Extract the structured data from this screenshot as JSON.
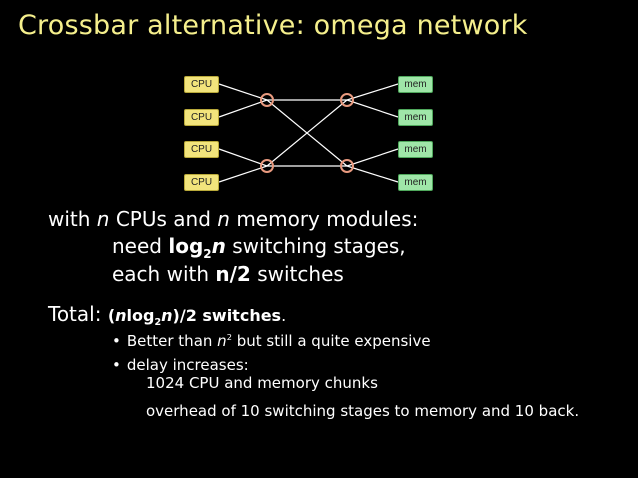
{
  "slide": {
    "title": "Crossbar alternative: omega network"
  },
  "diagram": {
    "cpus": [
      "CPU",
      "CPU",
      "CPU",
      "CPU"
    ],
    "mems": [
      "mem",
      "mem",
      "mem",
      "mem"
    ],
    "colors": {
      "cpu_fill": "#f2e47c",
      "mem_fill": "#9fe6a8",
      "switch": "#e99a7f"
    }
  },
  "body": {
    "line1_a": "with ",
    "line1_n1": "n",
    "line1_b": " CPUs and ",
    "line1_n2": "n",
    "line1_c": " memory modules:",
    "line2_a": "need ",
    "line2_log": "log",
    "line2_sub": "2",
    "line2_n": "n",
    "line2_b": " switching stages,",
    "line3_a": "each with ",
    "line3_bold": "n/2",
    "line3_b": " switches",
    "total_label": "Total: ",
    "total_open": "(",
    "total_n": "n",
    "total_log": "log",
    "total_sub": "2",
    "total_n2": "n",
    "total_close": ")/2 switches",
    "total_period": ".",
    "bullet1_a": "Better than ",
    "bullet1_n": "n",
    "bullet1_sup": "2",
    "bullet1_b": " but still a quite expensive",
    "bullet2": "delay increases:",
    "sub1": "1024 CPU and memory chunks",
    "sub2": "overhead of 10 switching stages to memory and 10 back."
  }
}
